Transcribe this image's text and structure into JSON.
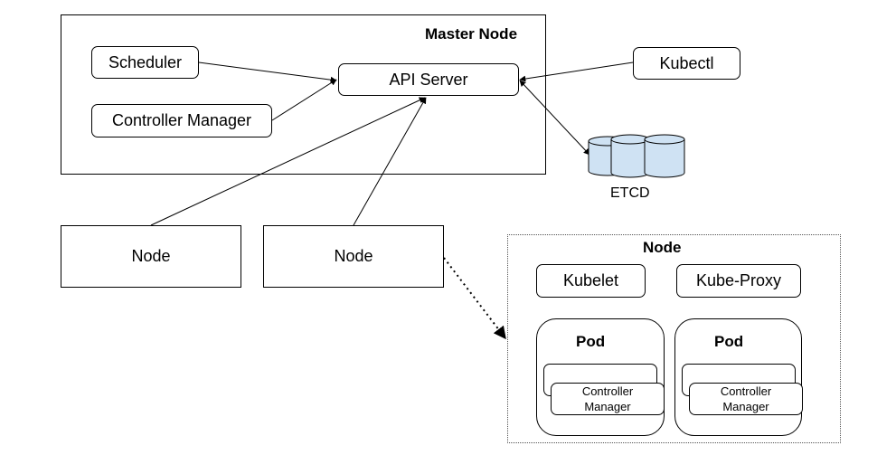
{
  "master": {
    "title": "Master Node"
  },
  "components": {
    "scheduler": "Scheduler",
    "controller_manager": "Controller Manager",
    "api_server": "API Server",
    "kubectl": "Kubectl",
    "etcd": "ETCD"
  },
  "worker_nodes": [
    "Node",
    "Node"
  ],
  "node_detail": {
    "title": "Node",
    "kubelet": "Kubelet",
    "kube_proxy": "Kube-Proxy",
    "pods": [
      {
        "title": "Pod",
        "container_label": "Controller\nManager"
      },
      {
        "title": "Pod",
        "container_label": "Controller\nManager"
      }
    ]
  },
  "colors": {
    "etcd_fill": "#cfe2f3",
    "stroke": "#000000"
  }
}
